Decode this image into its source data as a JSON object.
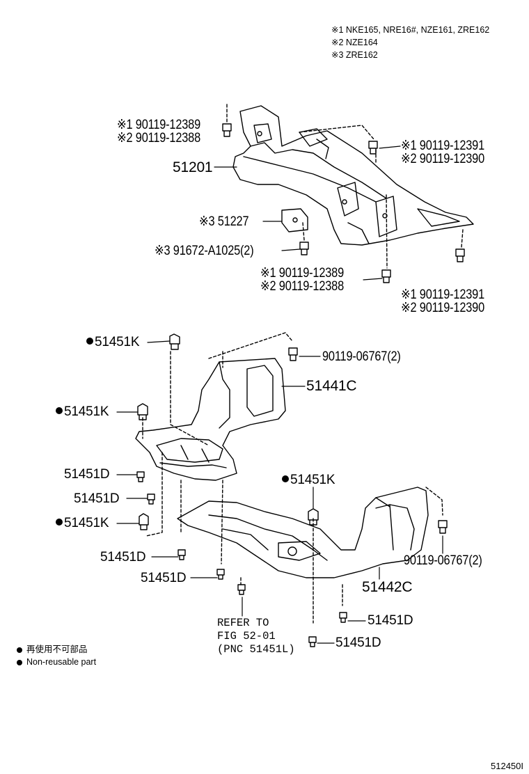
{
  "notes": [
    "※1  NKE165, NRE16#, NZE161, ZRE162",
    "※2  NZE164",
    "※3  ZRE162"
  ],
  "labels": {
    "l1a": "※1 90119-12389",
    "l1b": "※2 90119-12388",
    "l2a": "※1 90119-12391",
    "l2b": "※2 90119-12390",
    "l3": "51201",
    "l4": "※3 51227",
    "l5": "※3 91672-A1025(2)",
    "l6a": "※1 90119-12389",
    "l6b": "※2 90119-12388",
    "l7a": "※1 90119-12391",
    "l7b": "※2 90119-12390",
    "l8": "51451K",
    "l9": "90119-06767(2)",
    "l10": "51441C",
    "l11": "51451K",
    "l12": "51451D",
    "l13": "51451D",
    "l14": "51451K",
    "l15": "51451K",
    "l16": "51451D",
    "l17": "51451D",
    "l18": "90119-06767(2)",
    "l19": "51442C",
    "l20": "51451D",
    "l21": "51451D"
  },
  "refer": "REFER TO\nFIG 52-01\n(PNC 51451L)",
  "legend": [
    "再使用不可部品",
    "Non-reusable part"
  ],
  "page_number": "512450I"
}
